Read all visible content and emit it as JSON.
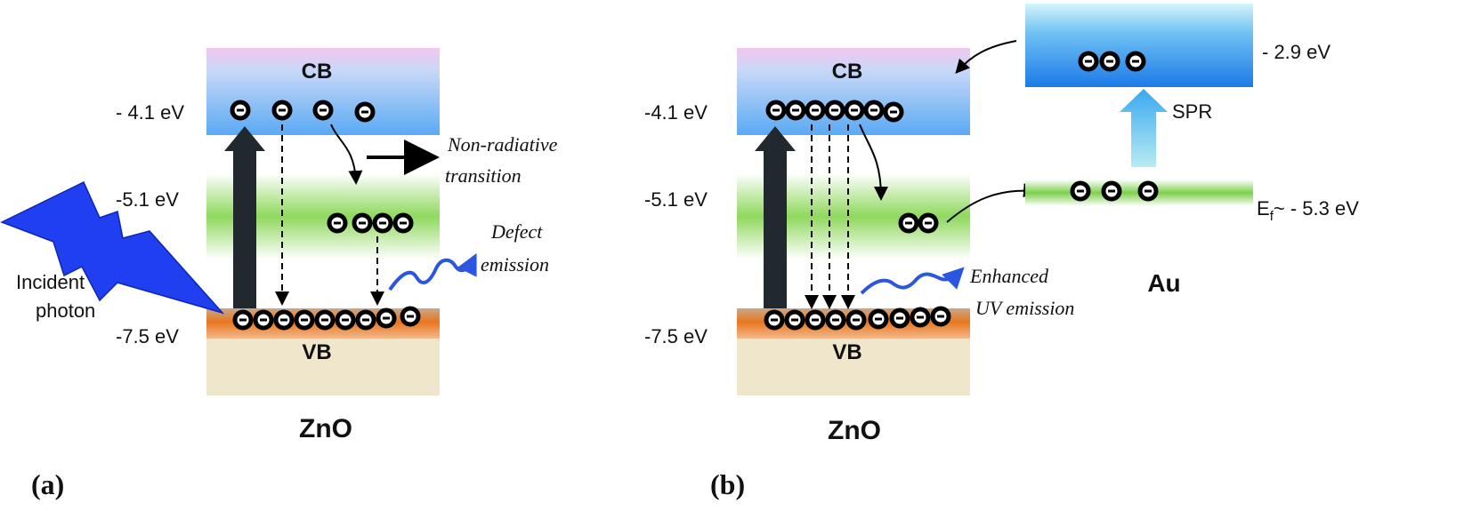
{
  "panel_a": {
    "label": "(a)",
    "material": "ZnO",
    "cb_label": "CB",
    "vb_label": "VB",
    "cb_energy": "- 4.1 eV",
    "defect_energy": "-5.1 eV",
    "vb_energy": "-7.5 eV",
    "incident_label_line1": "Incident",
    "incident_label_line2": "photon",
    "nonrad_line1": "Non-radiative",
    "nonrad_line2": "transition",
    "defect_line1": "Defect",
    "defect_line2": "emission"
  },
  "panel_b": {
    "label": "(b)",
    "material": "ZnO",
    "cb_label": "CB",
    "vb_label": "VB",
    "cb_energy": "-4.1 eV",
    "defect_energy": "-5.1 eV",
    "vb_energy": "-7.5 eV",
    "enhanced_line1": "Enhanced",
    "enhanced_line2": "UV emission",
    "au_label": "Au",
    "au_top_energy": "- 2.9 eV",
    "spr_label": "SPR",
    "ef_main": "E",
    "ef_sub": "f",
    "ef_value": "~ - 5.3 eV"
  },
  "colors": {
    "cb_top": "#f2c6ee",
    "cb_bottom": "#5aaaf4",
    "defect_band": "#8fd85e",
    "vb_band": "#e9761e",
    "vb_fill": "#f0e6cc",
    "photon": "#1f3ff0",
    "excitation_arrow": "#22292e",
    "spr_arrow": "#55c8f2",
    "emission_wave": "#2a56e0"
  },
  "icons": {
    "electron": "electron-icon",
    "photon": "lightning-bolt-icon"
  }
}
